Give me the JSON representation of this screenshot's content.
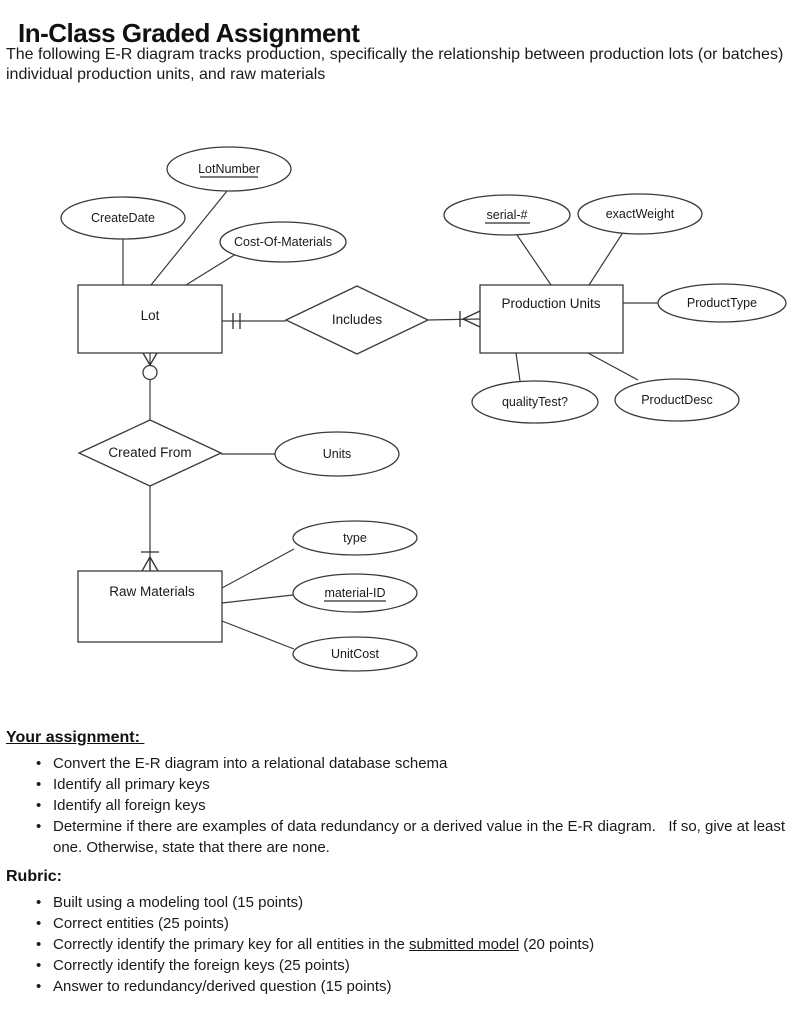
{
  "page": {
    "title": "In-Class Graded Assignment",
    "intro_line1": "The following E-R diagram tracks production, specifically the relationship between production lots (or batches)",
    "intro_line2": "individual production units, and raw materials",
    "background_color": "#ffffff",
    "ink_color": "#1a1a1a"
  },
  "diagram": {
    "entities": {
      "lot": "Lot",
      "production_units": "Production Units",
      "raw_materials": "Raw Materials"
    },
    "relationships": {
      "includes": "Includes",
      "created_from": "Created From"
    },
    "attributes": {
      "lot_number": "LotNumber",
      "create_date": "CreateDate",
      "cost_of_materials": "Cost-Of-Materials",
      "serial_number": "serial-#",
      "exact_weight": "exactWeight",
      "product_type": "ProductType",
      "quality_test": "qualityTest?",
      "product_desc": "ProductDesc",
      "units": "Units",
      "type": "type",
      "material_id": "material-ID",
      "unit_cost": "UnitCost"
    },
    "underlined_key_attributes": [
      "LotNumber",
      "serial-#",
      "material-ID"
    ]
  },
  "assignment": {
    "heading": "Your assignment: ",
    "items": [
      "Convert the E-R diagram into a relational database schema",
      "Identify all primary keys",
      "Identify all foreign keys",
      "Determine if there are examples of data redundancy or a derived value in the E-R diagram.   If so, give at least one. Otherwise, state that there are none."
    ]
  },
  "rubric": {
    "heading": "Rubric:",
    "items": [
      {
        "text": "Built using a modeling tool (15 points)"
      },
      {
        "text": "Correct entities (25 points)"
      },
      {
        "prefix": "Correctly identify the primary key for all entities in the ",
        "underlined": "submitted model",
        "suffix": " (20 points)"
      },
      {
        "text": "Correctly identify the foreign keys (25 points)"
      },
      {
        "text": "Answer to redundancy/derived question (15 points)"
      }
    ]
  }
}
